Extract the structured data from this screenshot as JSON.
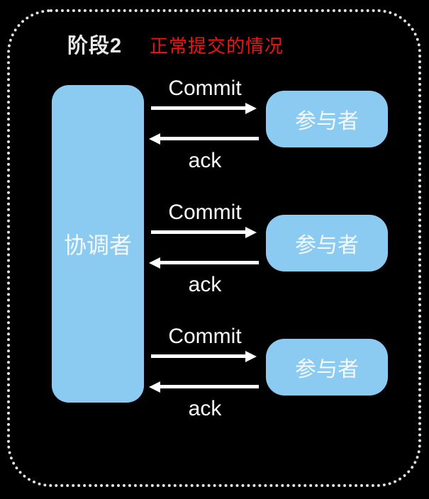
{
  "diagram": {
    "description": "Two-phase commit phase 2 message flow"
  },
  "header": {
    "phase_label": "阶段2",
    "scenario_label": "正常提交的情况"
  },
  "coordinator": {
    "label": "协调者"
  },
  "exchanges": [
    {
      "request_label": "Commit",
      "response_label": "ack",
      "participant_label": "参与者"
    },
    {
      "request_label": "Commit",
      "response_label": "ack",
      "participant_label": "参与者"
    },
    {
      "request_label": "Commit",
      "response_label": "ack",
      "participant_label": "参与者"
    }
  ],
  "colors": {
    "background": "#000000",
    "frame_dots": "#e3e3e3",
    "node_fill": "#8bcaf1",
    "node_text": "#f4faff",
    "phase_text": "#e9e9e9",
    "scenario_text": "#ee1414",
    "arrow": "#ffffff",
    "message_text": "#ffffff"
  }
}
